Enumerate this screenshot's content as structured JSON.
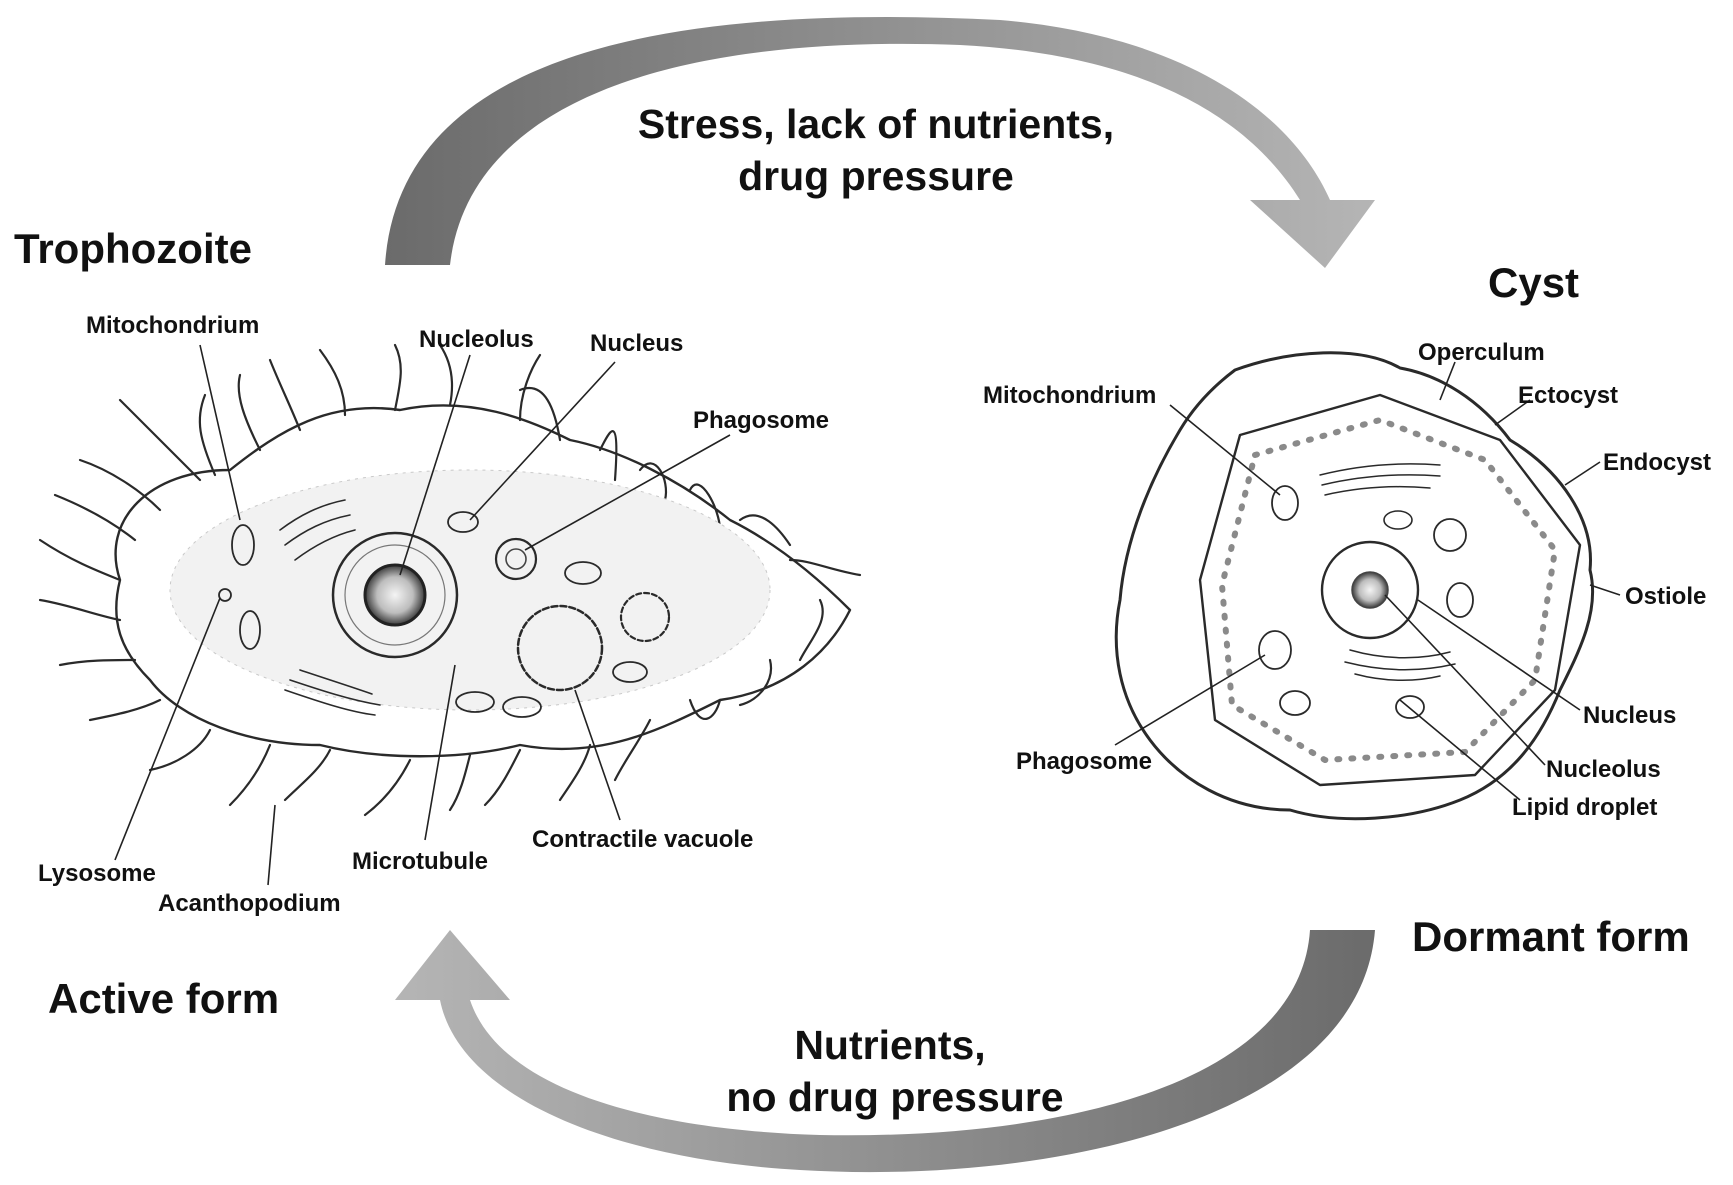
{
  "transitions": {
    "top_line1": "Stress, lack of nutrients,",
    "top_line2": "drug pressure",
    "bottom_line1": "Nutrients,",
    "bottom_line2": "no drug pressure"
  },
  "trophozoite": {
    "title": "Trophozoite",
    "form": "Active form",
    "labels": {
      "mitochondrion": "Mitochondrium",
      "nucleolus": "Nucleolus",
      "nucleus": "Nucleus",
      "phagosome": "Phagosome",
      "contractile_vacuole": "Contractile vacuole",
      "microtubule": "Microtubule",
      "acanthopodium": "Acanthopodium",
      "lysosome": "Lysosome"
    }
  },
  "cyst": {
    "title": "Cyst",
    "form": "Dormant form",
    "labels": {
      "mitochondrion": "Mitochondrium",
      "operculum": "Operculum",
      "ectocyst": "Ectocyst",
      "endocyst": "Endocyst",
      "ostiole": "Ostiole",
      "nucleus": "Nucleus",
      "nucleolus": "Nucleolus",
      "lipid_droplet": "Lipid droplet",
      "phagosome": "Phagosome"
    }
  },
  "colors": {
    "arrow_dark": "#6b6b6b",
    "arrow_light": "#b5b5b5",
    "ink": "#2a2a2a"
  }
}
